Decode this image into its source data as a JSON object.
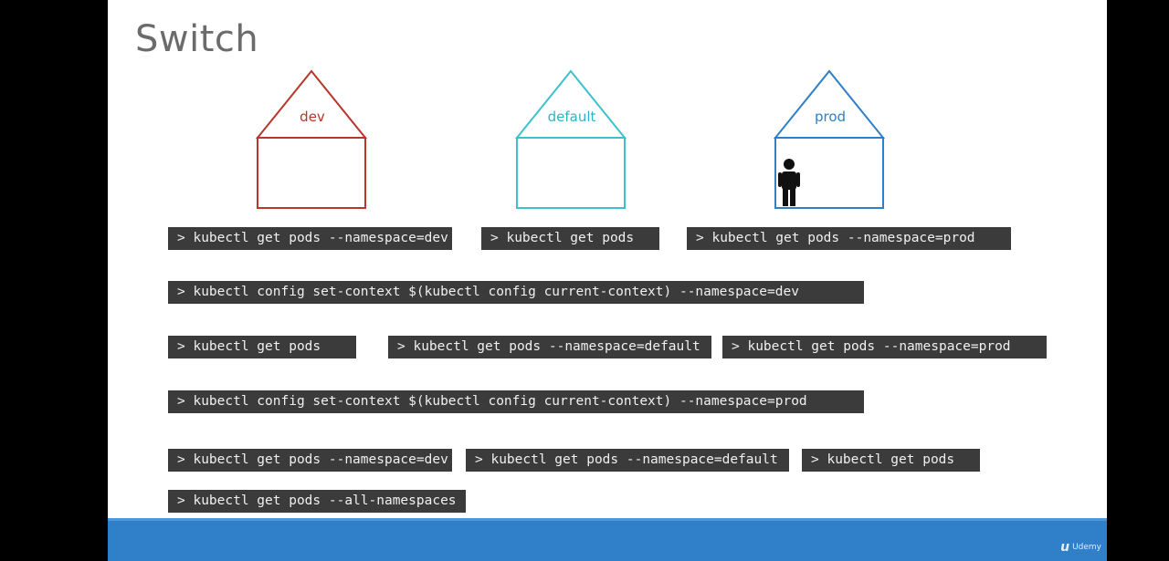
{
  "slide": {
    "title": "Switch",
    "brand": "Udemy",
    "brand_mark": "u",
    "colors": {
      "background": "#ffffff",
      "dev": "#b8362a",
      "default": "#3ec1cf",
      "prod": "#2f7fc9",
      "command_bg": "#3b3b3b",
      "footer": "#2f7fc9"
    }
  },
  "houses": {
    "dev": {
      "label": "dev"
    },
    "default": {
      "label": "default"
    },
    "prod": {
      "label": "prod",
      "occupant_icon": "person-icon"
    }
  },
  "commands": {
    "row1": [
      "> kubectl get pods --namespace=dev",
      "> kubectl get pods",
      "> kubectl get pods --namespace=prod"
    ],
    "row2": [
      "> kubectl config set-context $(kubectl config current-context) --namespace=dev"
    ],
    "row3": [
      "> kubectl get pods",
      "> kubectl get pods --namespace=default",
      "> kubectl get pods --namespace=prod"
    ],
    "row4": [
      "> kubectl config set-context $(kubectl config current-context) --namespace=prod"
    ],
    "row5": [
      "> kubectl get pods --namespace=dev",
      "> kubectl get pods --namespace=default",
      "> kubectl get pods"
    ],
    "row6": [
      "> kubectl get pods --all-namespaces"
    ]
  }
}
